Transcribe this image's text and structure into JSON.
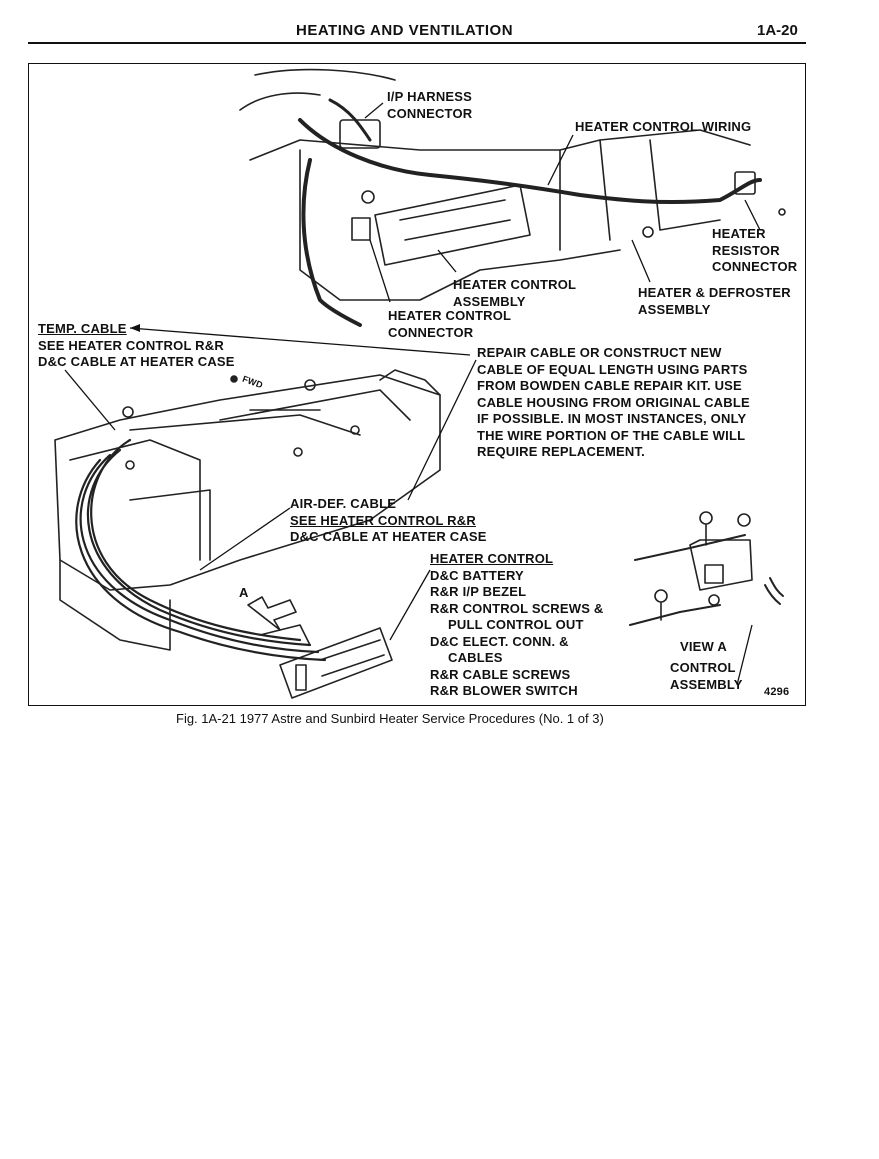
{
  "header": {
    "title": "HEATING AND VENTILATION",
    "page_number": "1A-20"
  },
  "labels": {
    "ip_harness": [
      "I/P HARNESS",
      "CONNECTOR"
    ],
    "heater_control_wiring": "HEATER CONTROL WIRING",
    "heater_resistor": [
      "HEATER",
      "RESISTOR",
      "CONNECTOR"
    ],
    "heater_control_assembly": [
      "HEATER CONTROL",
      "ASSEMBLY"
    ],
    "heater_control_connector": [
      "HEATER CONTROL",
      "CONNECTOR"
    ],
    "heater_defroster": [
      "HEATER & DEFROSTER",
      "ASSEMBLY"
    ],
    "temp_cable": {
      "title": "TEMP. CABLE",
      "lines": [
        "SEE HEATER CONTROL R&R",
        "D&C CABLE AT HEATER CASE"
      ]
    },
    "fwd": "FWD",
    "repair_note": [
      "REPAIR CABLE OR CONSTRUCT NEW",
      "CABLE OF EQUAL LENGTH USING PARTS",
      "FROM BOWDEN CABLE REPAIR KIT. USE",
      "CABLE HOUSING FROM ORIGINAL CABLE",
      "IF POSSIBLE. IN MOST INSTANCES, ONLY",
      "THE WIRE PORTION OF THE CABLE WILL",
      "REQUIRE REPLACEMENT."
    ],
    "air_def_cable": {
      "title": "AIR-DEF. CABLE",
      "lines": [
        "SEE HEATER CONTROL R&R",
        "D&C CABLE AT HEATER CASE"
      ]
    },
    "view_marker": "A",
    "heater_control_steps": {
      "title": "HEATER CONTROL",
      "steps": [
        "D&C BATTERY",
        "R&R I/P BEZEL",
        "R&R CONTROL SCREWS &",
        "PULL CONTROL OUT",
        "D&C ELECT. CONN. &",
        "CABLES",
        "R&R CABLE SCREWS",
        "R&R BLOWER SWITCH"
      ]
    },
    "view_a": "VIEW A",
    "control_assembly": [
      "CONTROL",
      "ASSEMBLY"
    ],
    "figure_number": "4296"
  },
  "caption": "Fig. 1A-21 1977 Astre and Sunbird Heater Service Procedures (No. 1 of 3)"
}
